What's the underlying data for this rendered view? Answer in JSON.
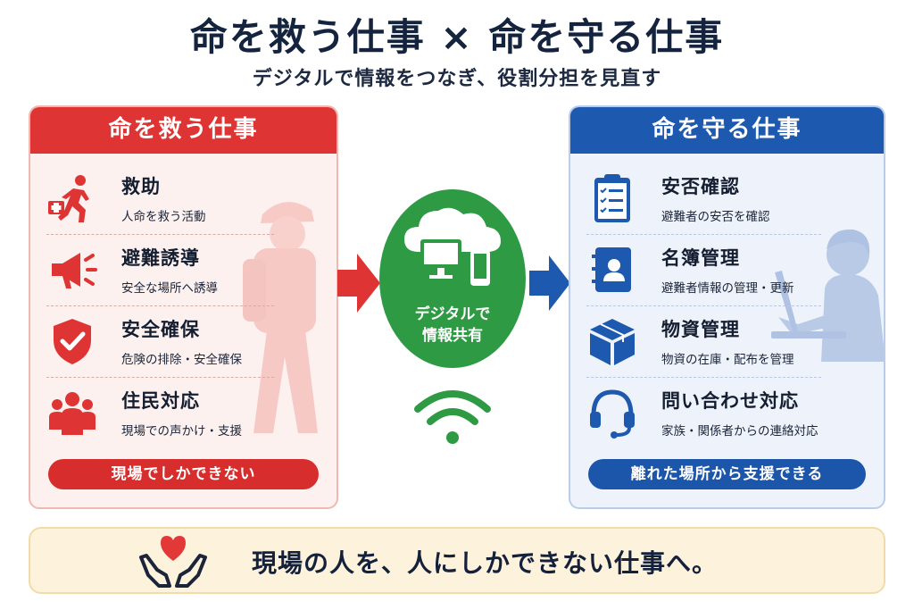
{
  "title": "命を救う仕事 × 命を守る仕事",
  "subtitle": "デジタルで情報をつなぎ、役割分担を見直す",
  "colors": {
    "red": "#df3434",
    "blue": "#1e59b0",
    "green": "#2e9a44",
    "footer_bg": "#fdf3dc"
  },
  "left_panel": {
    "heading": "命を救う仕事",
    "items": [
      {
        "icon": "rescue-runner-icon",
        "title": "救助",
        "desc": "人命を救う活動"
      },
      {
        "icon": "megaphone-icon",
        "title": "避難誘導",
        "desc": "安全な場所へ誘導"
      },
      {
        "icon": "shield-check-icon",
        "title": "安全確保",
        "desc": "危険の排除・安全確保"
      },
      {
        "icon": "residents-group-icon",
        "title": "住民対応",
        "desc": "現場での声かけ・支援"
      }
    ],
    "footer_pill": "現場でしかできない"
  },
  "center": {
    "label_line1": "デジタルで",
    "label_line2": "情報共有"
  },
  "right_panel": {
    "heading": "命を守る仕事",
    "items": [
      {
        "icon": "clipboard-checklist-icon",
        "title": "安否確認",
        "desc": "避難者の安否を確認"
      },
      {
        "icon": "contact-book-icon",
        "title": "名簿管理",
        "desc": "避難者情報の管理・更新"
      },
      {
        "icon": "supply-box-icon",
        "title": "物資管理",
        "desc": "物資の在庫・配布を管理"
      },
      {
        "icon": "headset-icon",
        "title": "問い合わせ対応",
        "desc": "家族・関係者からの連絡対応"
      }
    ],
    "footer_pill": "離れた場所から支援できる"
  },
  "footer": {
    "message": "現場の人を、人にしかできない仕事へ。"
  }
}
